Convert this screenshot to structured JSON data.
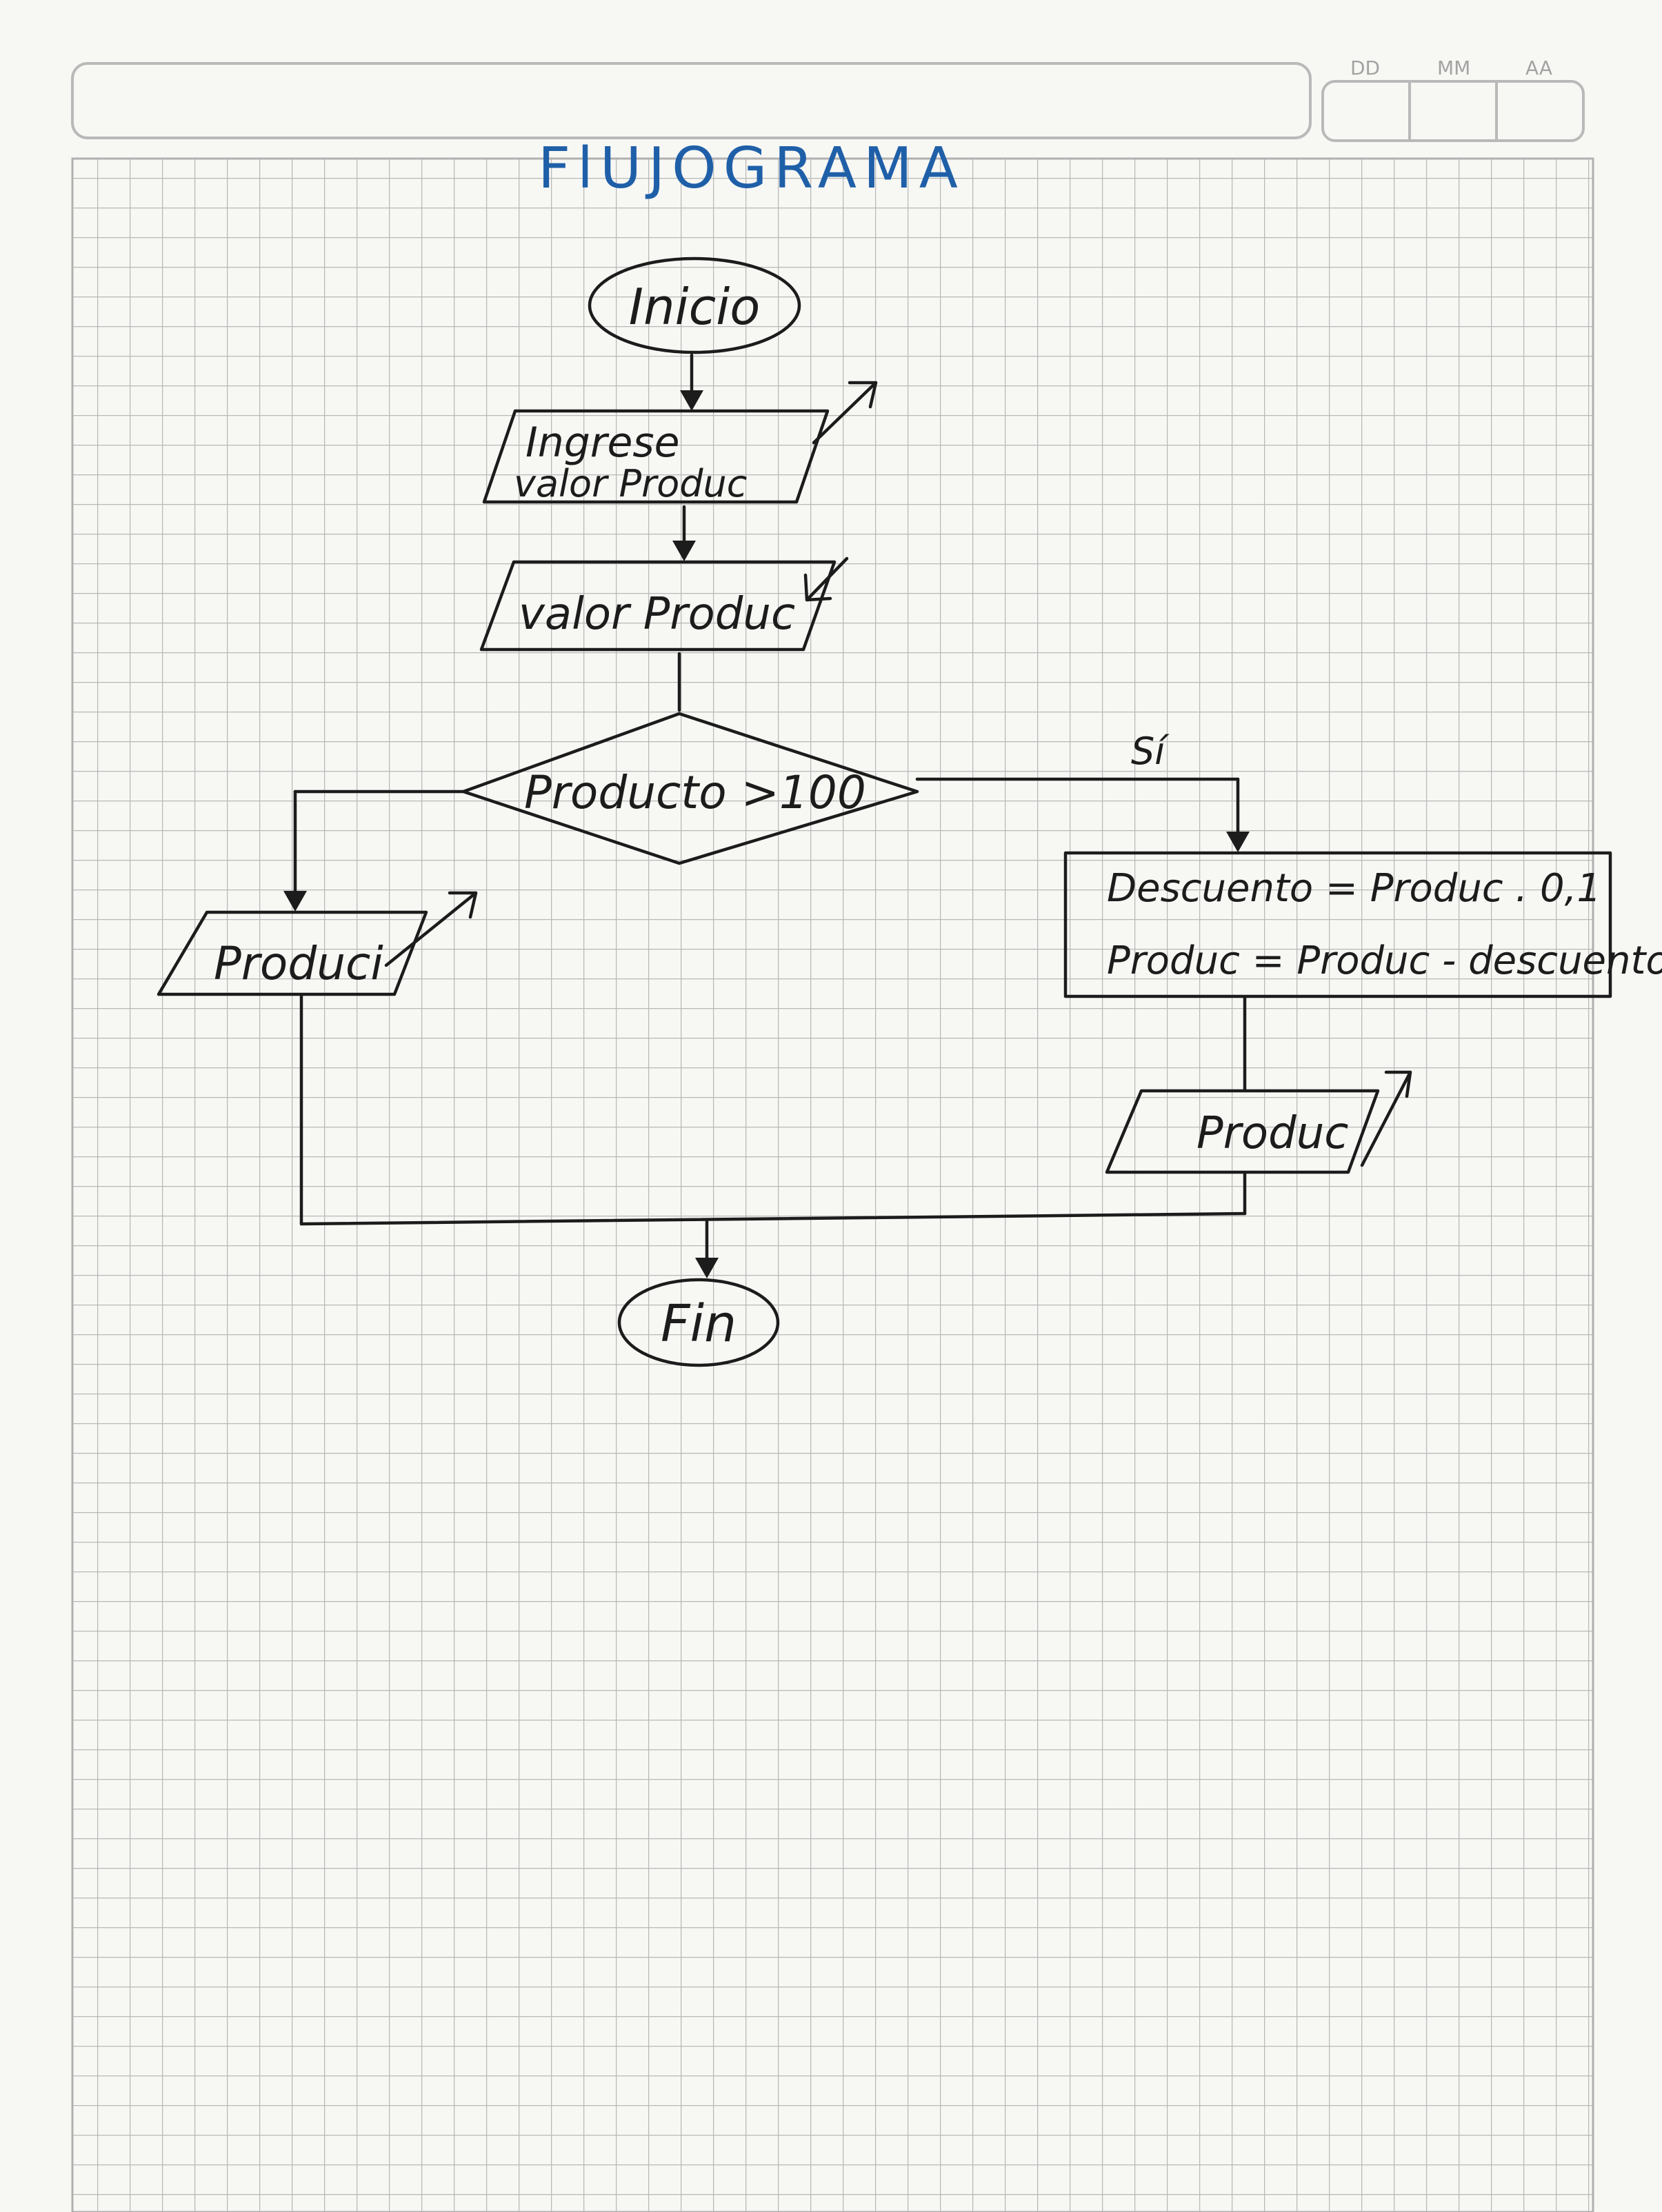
{
  "header": {
    "date_labels": [
      "DD",
      "MM",
      "AA"
    ]
  },
  "diagram": {
    "title": "FlUJOGRAMA",
    "colors": {
      "ink": "#1c1c1c",
      "title_ink": "#1f5fa8",
      "grid": "#b8b8b8",
      "paper": "#f7f7f4"
    },
    "nodes": {
      "start": "Inicio",
      "input_prompt_line1": "Ingrese",
      "input_prompt_line2": "valor Produc",
      "input_read": "valor Produc",
      "decision": "Producto >100",
      "yes_label": "Sí",
      "process_line1": "Descuento = Produc . 0,1",
      "process_line2": "Produc = Produc - descuento",
      "output_yes": "Produc",
      "output_no": "Produci",
      "end": "Fin"
    }
  }
}
